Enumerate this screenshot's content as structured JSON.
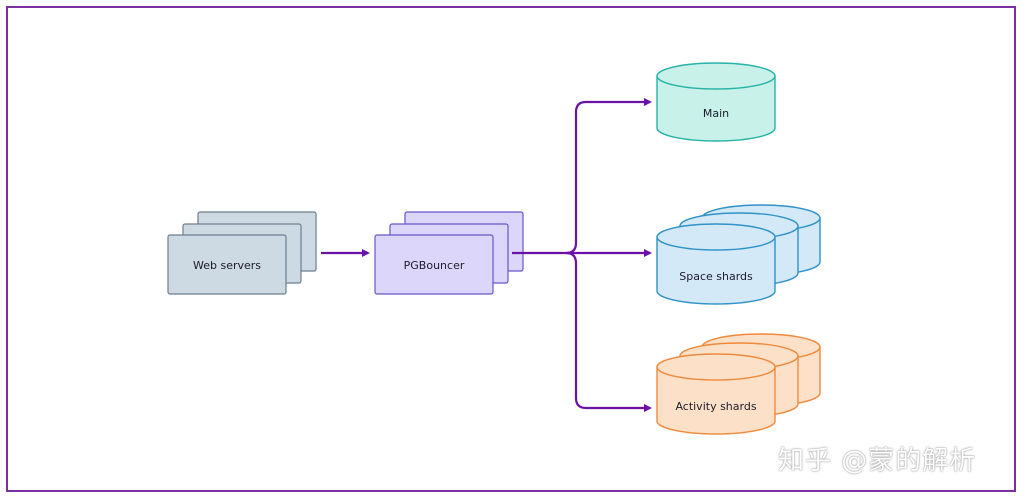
{
  "diagram": {
    "nodes": {
      "web_servers": "Web servers",
      "pgbouncer": "PGBouncer",
      "main": "Main",
      "space_shards": "Space shards",
      "activity_shards": "Activity shards"
    },
    "colors": {
      "frame": "#7b2fa0",
      "arrow": "#6a12a8",
      "web_fill": "#cdd9e3",
      "web_stroke": "#6b7f8e",
      "pg_fill": "#ddd6fb",
      "pg_stroke": "#6a55c9",
      "main_fill": "#c8f1ea",
      "main_stroke": "#27b3a6",
      "space_fill": "#d4e9f8",
      "space_stroke": "#2f92c9",
      "activity_fill": "#fde0c8",
      "activity_stroke": "#ef8a3c"
    }
  },
  "watermark": "知乎 @蒙的解析"
}
